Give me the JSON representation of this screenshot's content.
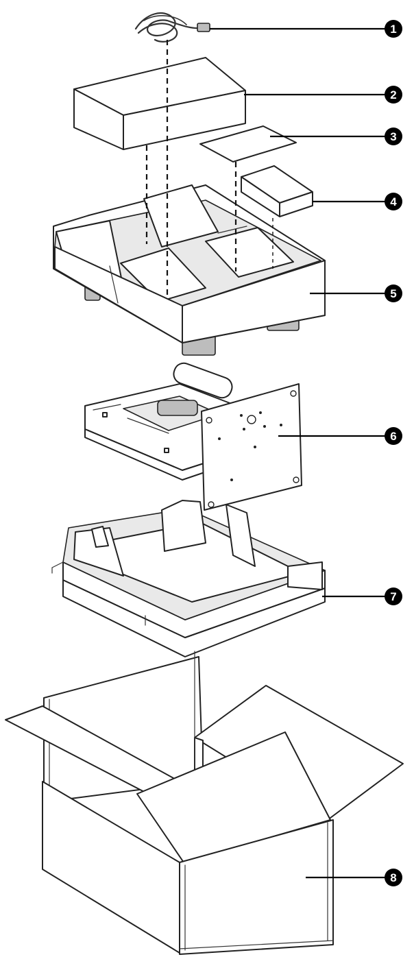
{
  "callouts": [
    {
      "number": "1",
      "part": "power-cord"
    },
    {
      "number": "2",
      "part": "accessory-box"
    },
    {
      "number": "3",
      "part": "document-sheet"
    },
    {
      "number": "4",
      "part": "small-box"
    },
    {
      "number": "5",
      "part": "top-foam-cushion"
    },
    {
      "number": "6",
      "part": "monitor"
    },
    {
      "number": "7",
      "part": "bottom-foam-cushion"
    },
    {
      "number": "8",
      "part": "carton"
    }
  ],
  "style": {
    "line_color": "#222222",
    "fill_color": "#ffffff",
    "badge_color": "#000000"
  }
}
